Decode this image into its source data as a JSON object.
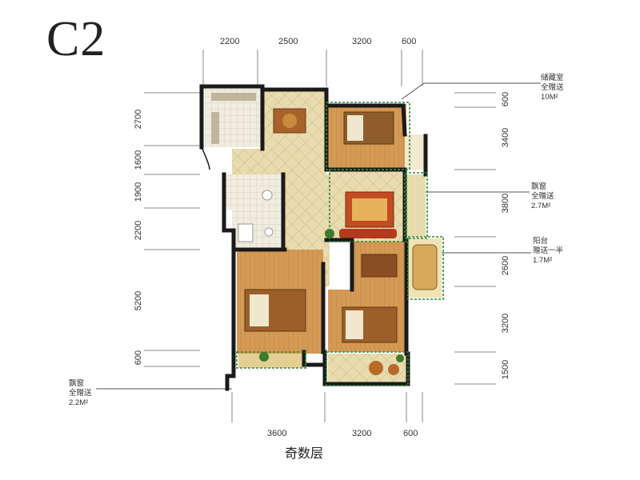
{
  "plan": {
    "title": "C2",
    "floor_label": "奇数层"
  },
  "dimensions": {
    "top": [
      "2200",
      "2500",
      "3200",
      "600"
    ],
    "bottom": [
      "3600",
      "3200",
      "600"
    ],
    "left": [
      "2700",
      "1600",
      "1900",
      "2200",
      "5200",
      "600"
    ],
    "right": [
      "600",
      "3400",
      "3800",
      "2600",
      "3200",
      "1500"
    ]
  },
  "annotations": {
    "storage": {
      "line1": "储藏室",
      "line2": "全赠送",
      "line3": "10M²"
    },
    "bay_window_right": {
      "line1": "飘窗",
      "line2": "全赠送",
      "line3": "2.7M²"
    },
    "balcony": {
      "line1": "阳台",
      "line2": "赠送一半",
      "line3": "1.7M²"
    },
    "bay_window_left": {
      "line1": "飘窗",
      "line2": "全赠送",
      "line3": "2.2M²"
    }
  },
  "colors": {
    "wall": "#1a1a1a",
    "floor_wood": "#d49a55",
    "floor_tile": "#e8dcae",
    "bathroom_tile": "#f0ece0",
    "gift_outline": "#2f8a3a",
    "dim_line": "#8a8a8a"
  }
}
